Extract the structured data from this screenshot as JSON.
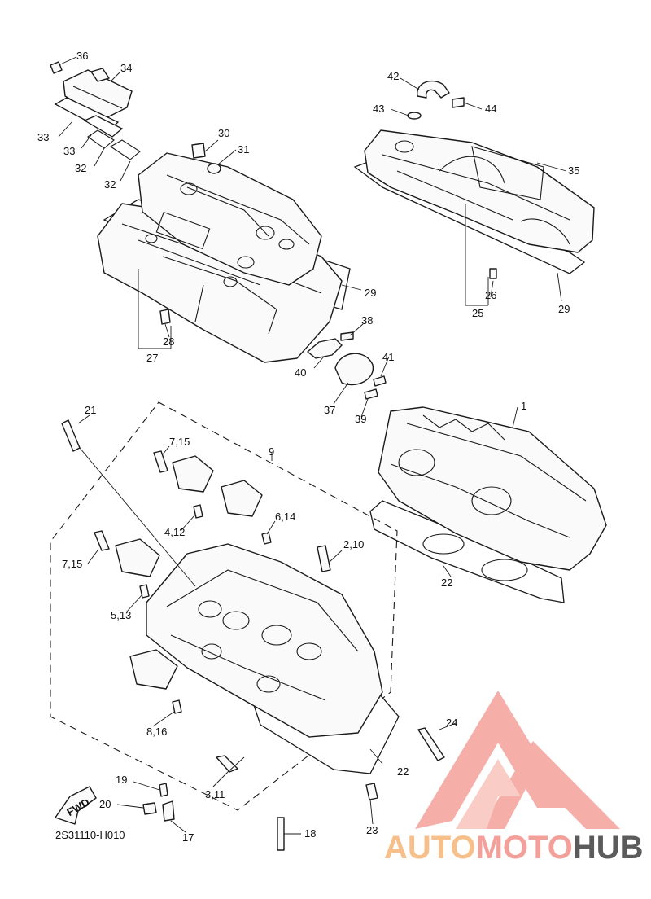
{
  "diagram": {
    "code": "2S31110-H010",
    "fwd_label": "FWD",
    "colors": {
      "line": "#1a1a1a",
      "watermark_red": "#f4a09a",
      "watermark_orange": "#f7c08a",
      "watermark_gray": "#5b5b5b"
    },
    "callouts": {
      "c1": "1",
      "c2_10": "2,10",
      "c3_11": "3,11",
      "c4_12": "4,12",
      "c5_13": "5,13",
      "c6_14": "6,14",
      "c7_15a": "7,15",
      "c7_15b": "7,15",
      "c8_16": "8,16",
      "c9": "9",
      "c17": "17",
      "c18": "18",
      "c19": "19",
      "c20": "20",
      "c21": "21",
      "c22a": "22",
      "c22b": "22",
      "c23": "23",
      "c24": "24",
      "c25": "25",
      "c26": "26",
      "c27": "27",
      "c28": "28",
      "c29a": "29",
      "c29b": "29",
      "c30": "30",
      "c31": "31",
      "c32a": "32",
      "c32b": "32",
      "c33a": "33",
      "c33b": "33",
      "c34": "34",
      "c35": "35",
      "c36": "36",
      "c37": "37",
      "c38": "38",
      "c39": "39",
      "c40": "40",
      "c41": "41",
      "c42": "42",
      "c43": "43",
      "c44": "44"
    }
  },
  "watermark": {
    "part1": "AUTO",
    "part2": "MOTO",
    "part3": "HUB"
  }
}
